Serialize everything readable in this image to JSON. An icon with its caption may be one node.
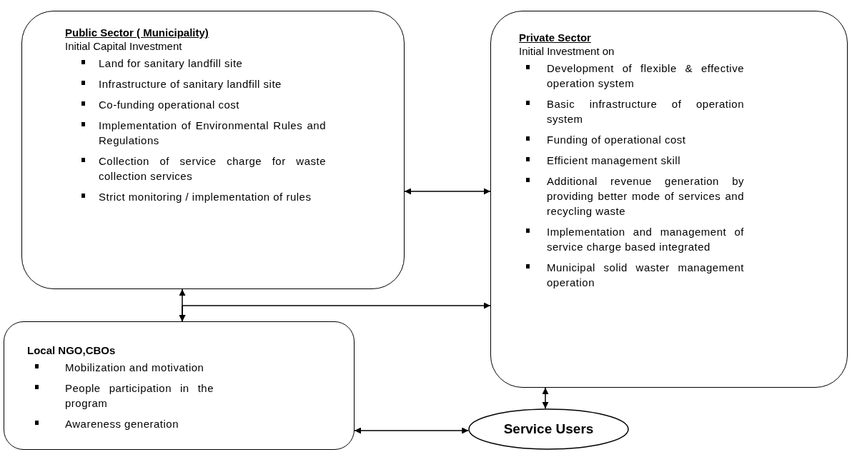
{
  "diagram": {
    "nodes": [
      {
        "text": [
          "Public Sector ( Municipality)",
          "Initial Capital Investment",
          "Land for sanitary landfill site",
          "Infrastructure of sanitary landfill site",
          "Co-funding operational cost",
          "Implementation of Environmental Rules and Regulations",
          "Collection of service charge for waste collection services",
          "Strict monitoring / implementation of rules"
        ]
      },
      {
        "text": [
          "Private Sector",
          "Initial Investment on",
          "Development of flexible & effective operation system",
          "Basic infrastructure of operation system",
          "Funding of operational cost",
          "Efficient management skill",
          "Additional revenue generation by providing better mode of services and recycling waste",
          "Implementation and management of service charge based integrated",
          "Municipal solid waster management operation"
        ]
      },
      {
        "text": [
          "Local NGO,CBOs",
          "Mobilization and motivation",
          "People participation in the program",
          "Awareness generation"
        ]
      },
      {
        "text": [
          "Service Users"
        ]
      }
    ],
    "edges": [
      {
        "from": 0,
        "to": 1,
        "arrow": "both"
      },
      {
        "from": 0,
        "to": 2,
        "arrow": "both"
      },
      {
        "from": 2,
        "to": 1,
        "arrow": "both"
      },
      {
        "from": 2,
        "to": 3,
        "arrow": "both"
      },
      {
        "from": 1,
        "to": 3,
        "arrow": "both"
      }
    ]
  }
}
